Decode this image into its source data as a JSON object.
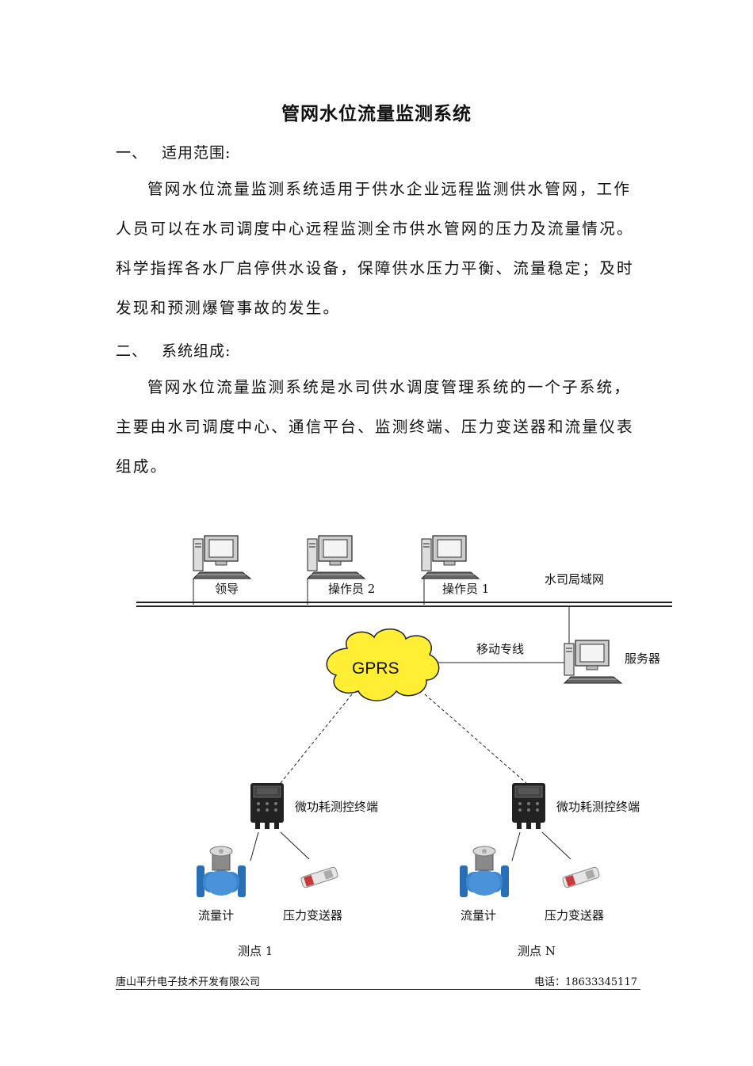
{
  "title": "管网水位流量监测系统",
  "section1": {
    "num": "一、",
    "heading": "适用范围:",
    "text": "管网水位流量监测系统适用于供水企业远程监测供水管网，工作人员可以在水司调度中心远程监测全市供水管网的压力及流量情况。科学指挥各水厂启停供水设备，保障供水压力平衡、流量稳定；及时发现和预测爆管事故的发生。"
  },
  "section2": {
    "num": "二、",
    "heading": "系统组成:",
    "text": "管网水位流量监测系统是水司供水调度管理系统的一个子系统，主要由水司调度中心、通信平台、监测终端、压力变送器和流量仪表组成。"
  },
  "diagram": {
    "computers": [
      "领导",
      "操作员 2",
      "操作员 1"
    ],
    "lan_label": "水司局域网",
    "server_label": "服务器",
    "link_label": "移动专线",
    "cloud_label": "GPRS",
    "sites": [
      {
        "terminal": "微功耗测控终端",
        "flowmeter": "流量计",
        "pressure": "压力变送器",
        "site": "测点 1"
      },
      {
        "terminal": "微功耗测控终端",
        "flowmeter": "流量计",
        "pressure": "压力变送器",
        "site": "测点 N"
      }
    ]
  },
  "footer": {
    "company": "唐山平升电子技术开发有限公司",
    "phone": "电话：18633345117"
  }
}
